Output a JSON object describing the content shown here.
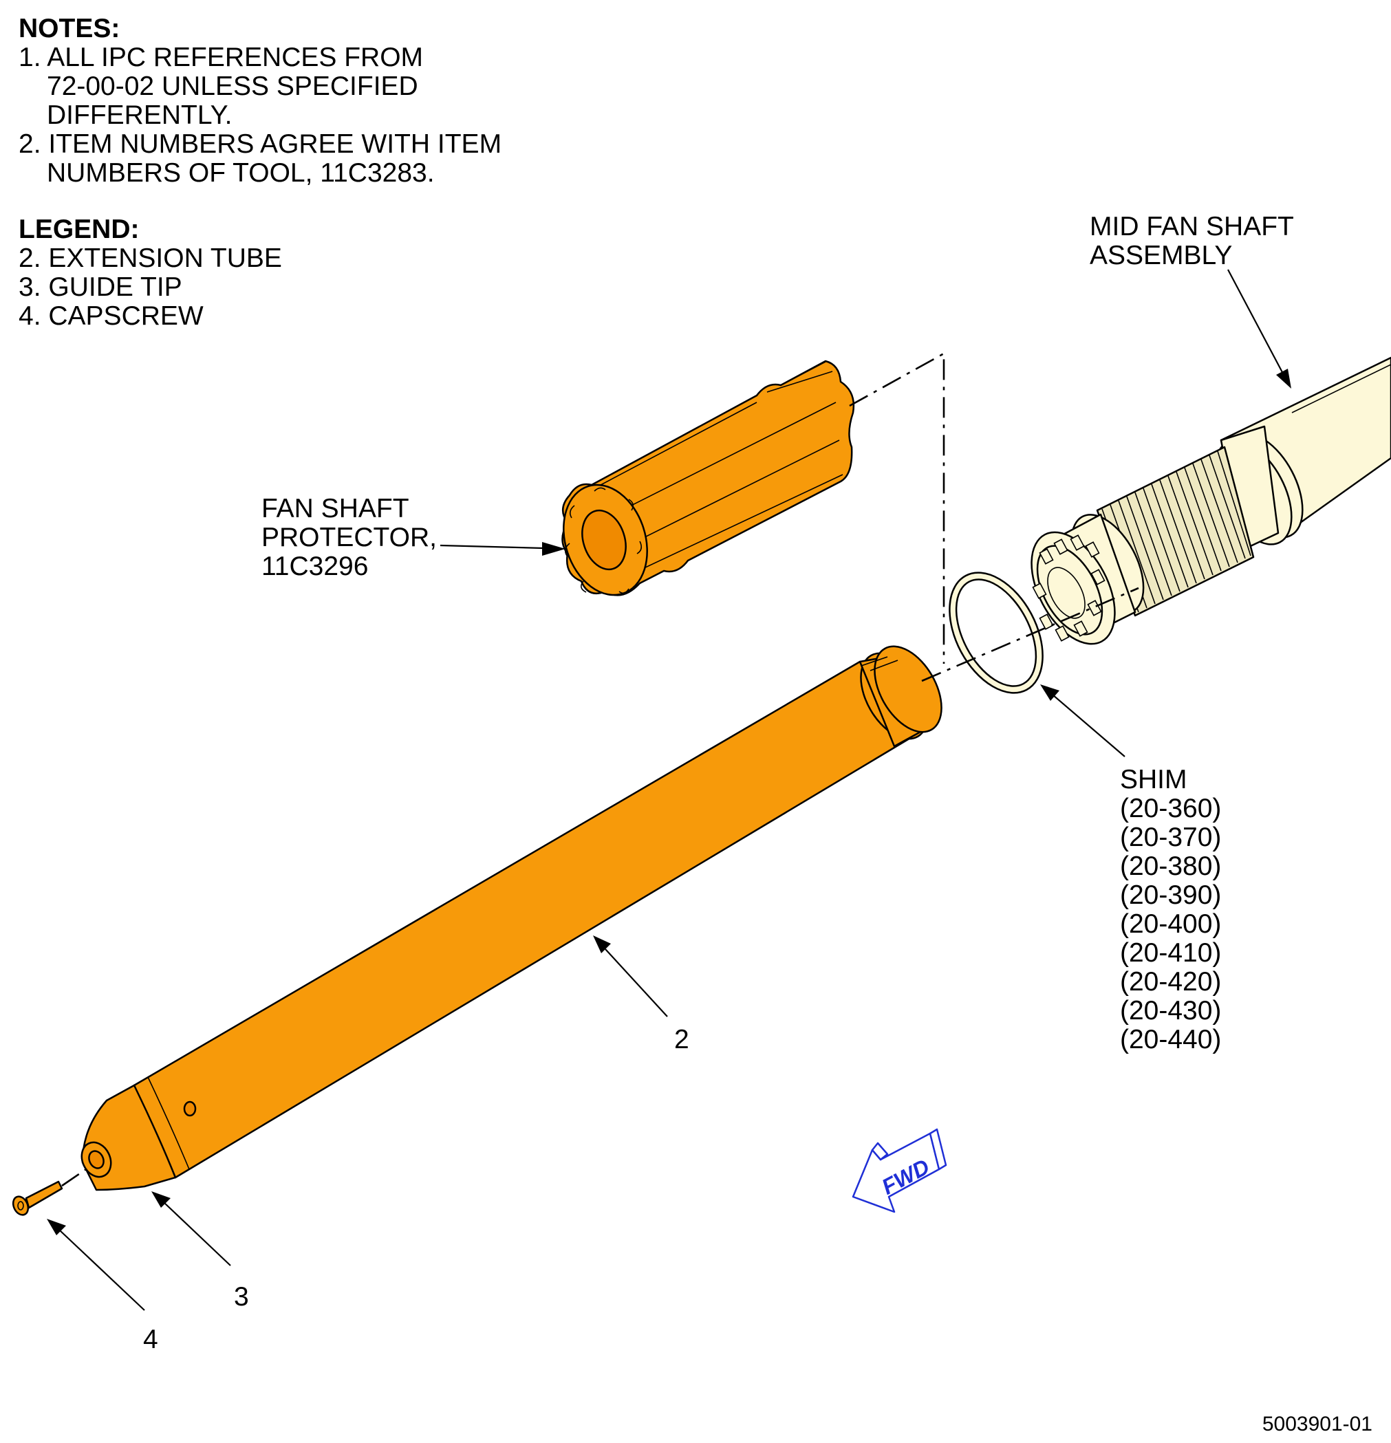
{
  "notes": {
    "heading": "NOTES:",
    "lines": [
      "1. ALL IPC REFERENCES FROM",
      "72-00-02 UNLESS SPECIFIED",
      "DIFFERENTLY.",
      "2. ITEM NUMBERS AGREE WITH ITEM",
      "NUMBERS OF TOOL, 11C3283."
    ]
  },
  "legend": {
    "heading": "LEGEND:",
    "items": [
      "2. EXTENSION TUBE",
      "3. GUIDE TIP",
      "4. CAPSCREW"
    ]
  },
  "callouts": {
    "mid_fan_shaft": [
      "MID FAN SHAFT",
      "ASSEMBLY"
    ],
    "fan_shaft_protector": [
      "FAN SHAFT",
      "PROTECTOR,",
      "11C3296"
    ],
    "shim": [
      "SHIM",
      "(20-360)",
      "(20-370)",
      "(20-380)",
      "(20-390)",
      "(20-400)",
      "(20-410)",
      "(20-420)",
      "(20-430)",
      "(20-440)"
    ],
    "item_2": "2",
    "item_3": "3",
    "item_4": "4"
  },
  "fwd_arrow": {
    "label": "FWD",
    "color": "#1f2fd6"
  },
  "figure_id": "5003901-01",
  "colors": {
    "tool_orange": "#f79a0a",
    "shaft_cream": "#fdf8d8",
    "fwd_blue": "#1f2fd6"
  },
  "icons": [
    "fwd-arrow-icon"
  ]
}
